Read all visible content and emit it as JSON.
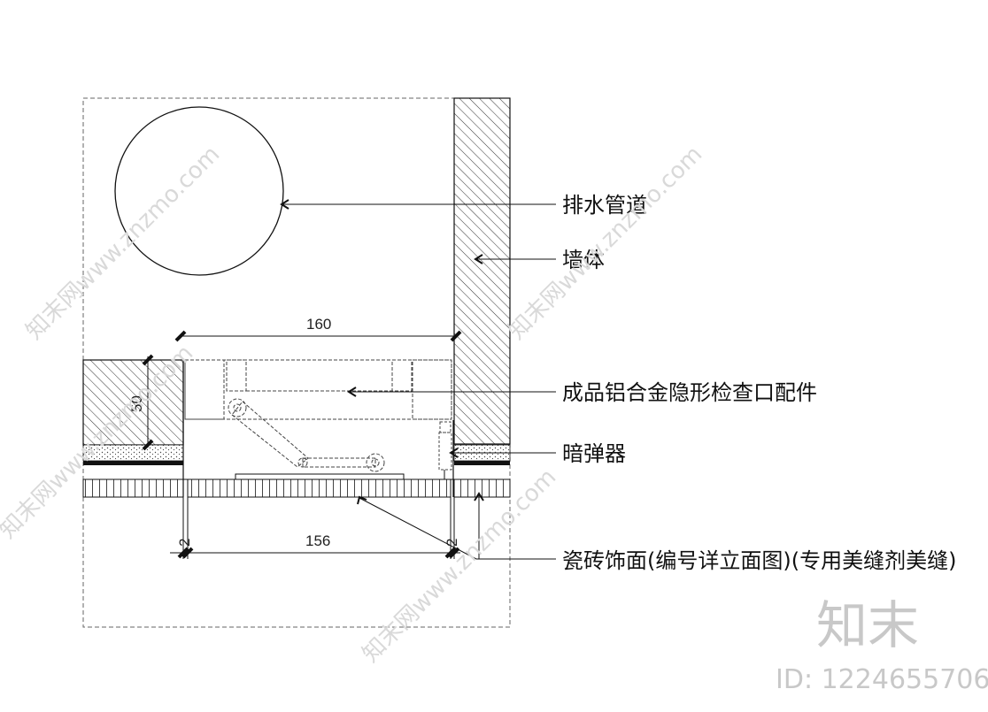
{
  "labels": {
    "drain_pipe": "排水管道",
    "wall": "墙体",
    "access_fitting": "成品铝合金隐形检查口配件",
    "push_latch": "暗弹器",
    "tile_finish": "瓷砖饰面(编号详立面图)(专用美缝剂美缝)"
  },
  "dimensions": {
    "top_width": "160",
    "depth": "50",
    "bottom_width": "156",
    "left_gap": "2",
    "right_gap": "2"
  },
  "watermark": {
    "site": "知末网www.znzmo.com",
    "logo": "知末",
    "id": "ID: 1224655706"
  },
  "colors": {
    "line": "#111111",
    "dashed": "#555555",
    "watermark": "#d0d0d0"
  }
}
